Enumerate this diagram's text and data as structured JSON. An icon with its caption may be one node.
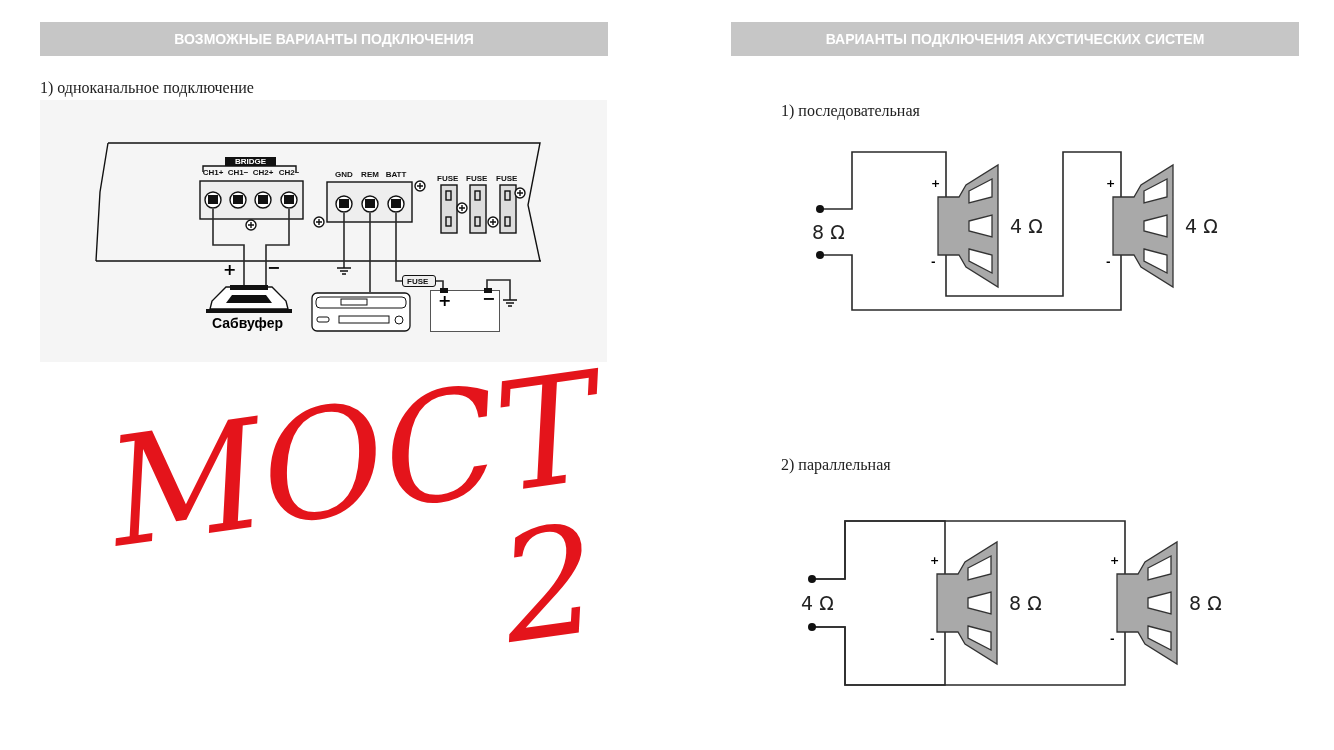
{
  "diagram": {
    "title": "ВОЗМОЖНЫЕ ВАРИАНТЫ ПОДКЛЮЧЕНИЯ",
    "nodes": [
      {
        "text": [
          "CH1+"
        ]
      },
      {
        "text": [
          "CH1−"
        ]
      },
      {
        "text": [
          "CH2+"
        ]
      },
      {
        "text": [
          "CH2−"
        ]
      },
      {
        "text": [
          "GND"
        ]
      },
      {
        "text": [
          "REM"
        ]
      },
      {
        "text": [
          "BATT"
        ]
      },
      {
        "text": [],
        "shape": "picture"
      },
      {
        "text": [
          "Сабвуфер"
        ]
      },
      {
        "text": [],
        "shape": "picture"
      },
      {
        "text": [
          "FUSE"
        ]
      },
      {
        "text": [
          "+",
          "−"
        ]
      },
      {
        "text": [],
        "shape": "picture"
      },
      {
        "text": [],
        "shape": "circle"
      },
      {
        "text": [],
        "shape": "circle"
      },
      {
        "text": [
          "+",
          "-"
        ],
        "beside": [
          "4 Ω"
        ]
      },
      {
        "text": [
          "+",
          "-"
        ],
        "beside": [
          "4 Ω"
        ]
      },
      {
        "text": [],
        "shape": "circle"
      },
      {
        "text": [],
        "shape": "circle"
      },
      {
        "text": [
          "+",
          "-"
        ],
        "beside": [
          "8 Ω"
        ]
      },
      {
        "text": [
          "+",
          "-"
        ],
        "beside": [
          "8 Ω"
        ]
      }
    ],
    "edges": [
      {
        "from": 0,
        "to": 8,
        "arrow": "none"
      },
      {
        "from": 3,
        "to": 8,
        "arrow": "none"
      },
      {
        "from": 4,
        "to": 7,
        "arrow": "none"
      },
      {
        "from": 5,
        "to": 9,
        "arrow": "none"
      },
      {
        "from": 6,
        "to": 10,
        "arrow": "none"
      },
      {
        "from": 10,
        "to": 11,
        "arrow": "none"
      },
      {
        "from": 11,
        "to": 12,
        "arrow": "none"
      },
      {
        "from": 13,
        "to": 15,
        "arrow": "none"
      },
      {
        "from": 15,
        "to": 16,
        "arrow": "none"
      },
      {
        "from": 16,
        "to": 14,
        "arrow": "none"
      },
      {
        "from": 17,
        "to": 19,
        "arrow": "none"
      },
      {
        "from": 17,
        "to": 20,
        "arrow": "none"
      },
      {
        "from": 18,
        "to": 19,
        "arrow": "none"
      },
      {
        "from": 18,
        "to": 20,
        "arrow": "none"
      }
    ],
    "labels": [
      "ВАРИАНТЫ ПОДКЛЮЧЕНИЯ АКУСТИЧЕСКИХ СИСТЕМ",
      "1) одноканальное подключение",
      "BRIDGE",
      "FUSE",
      "FUSE",
      "FUSE",
      "+",
      "−",
      "1) последовательная",
      "8 Ω",
      "МОСТ 2",
      "2) параллельная",
      "4 Ω"
    ]
  }
}
